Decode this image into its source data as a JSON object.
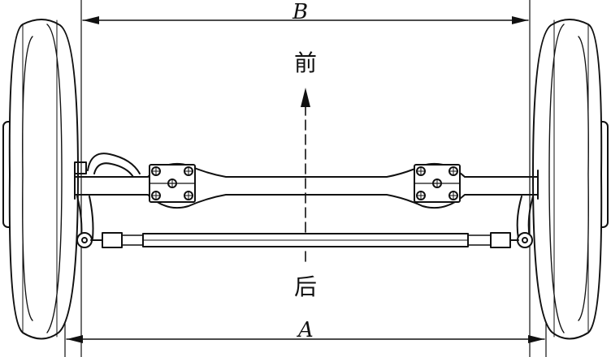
{
  "labels": {
    "track_top": "B",
    "track_bottom": "A",
    "front": "前",
    "rear": "后"
  },
  "colors": {
    "stroke": "#111111",
    "background": "#ffffff"
  }
}
